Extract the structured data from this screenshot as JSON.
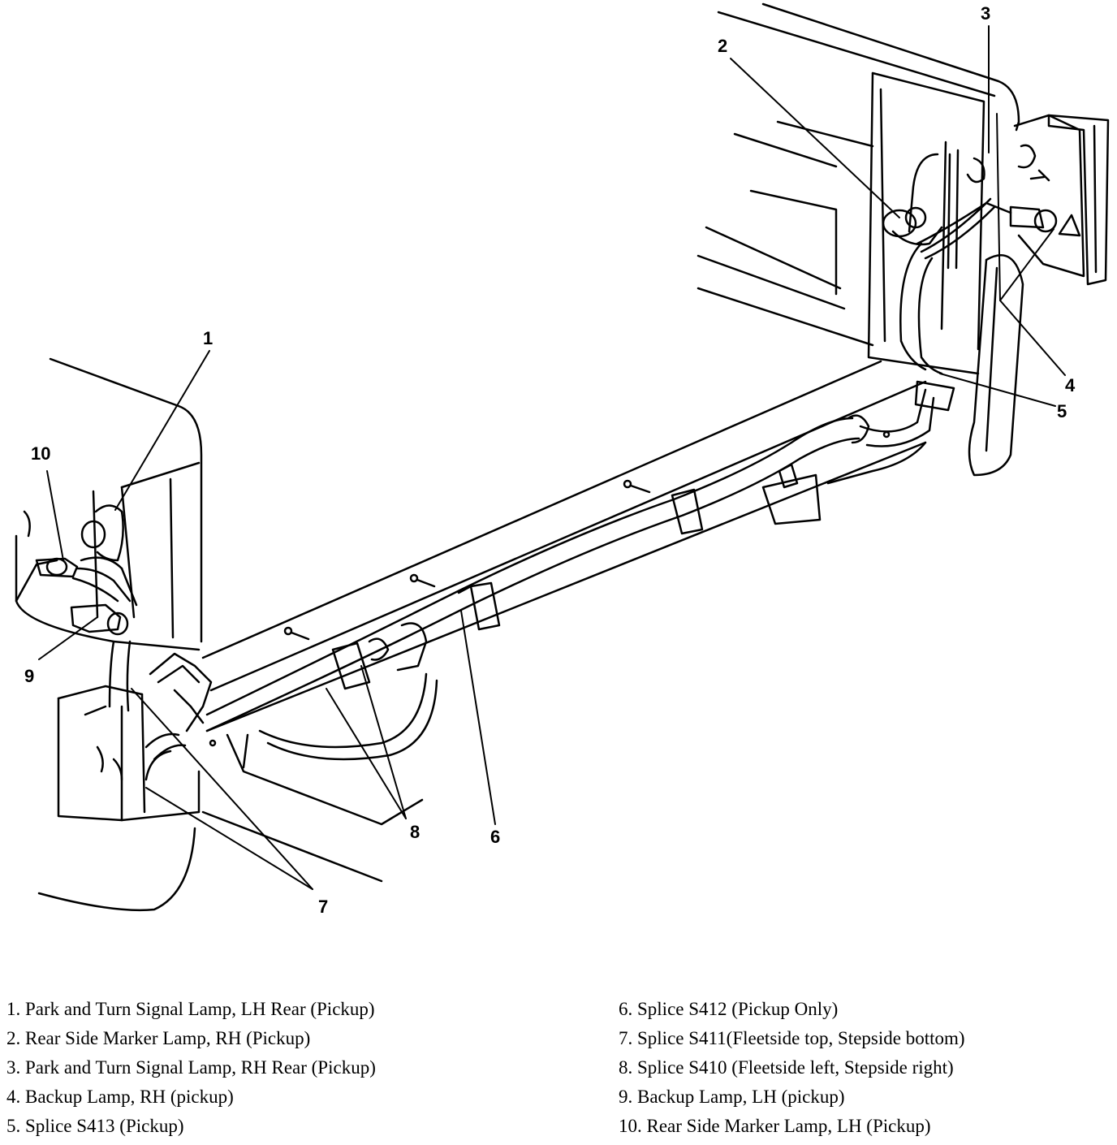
{
  "callouts": [
    {
      "number": "1"
    },
    {
      "number": "2"
    },
    {
      "number": "3"
    },
    {
      "number": "4"
    },
    {
      "number": "5"
    },
    {
      "number": "6"
    },
    {
      "number": "7"
    },
    {
      "number": "8"
    },
    {
      "number": "9"
    },
    {
      "number": "10"
    }
  ],
  "legend": {
    "left": [
      "1. Park and Turn Signal Lamp, LH Rear (Pickup)",
      "2. Rear Side Marker Lamp, RH (Pickup)",
      "3. Park and Turn Signal Lamp, RH Rear (Pickup)",
      "4. Backup Lamp, RH (pickup)",
      "5. Splice S413 (Pickup)"
    ],
    "right": [
      "6. Splice S412 (Pickup Only)",
      "7. Splice S411(Fleetside top, Stepside bottom)",
      "8. Splice S410 (Fleetside left, Stepside right)",
      "9. Backup Lamp, LH (pickup)",
      "10. Rear Side Marker Lamp, LH (Pickup)"
    ]
  },
  "colors": {
    "ink": "#000000",
    "paper": "#ffffff"
  }
}
